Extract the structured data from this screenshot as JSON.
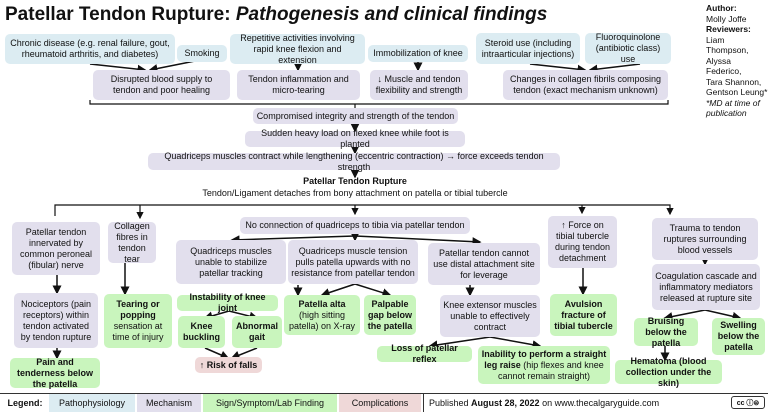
{
  "title": {
    "main": "Patellar Tendon Rupture:",
    "sub": "Pathogenesis and clinical findings"
  },
  "author": {
    "label": "Author:",
    "name": "Molly Joffe",
    "reviewers_label": "Reviewers:",
    "reviewers": [
      "Liam Thompson,",
      "Alyssa Federico,",
      "Tara Shannon,",
      "Gentson Leung*"
    ],
    "note": "*MD at time of publication"
  },
  "causes": {
    "chronic": "Chronic disease (e.g. renal failure, gout, rheumatoid arthritis, and diabetes)",
    "smoking": "Smoking",
    "repetitive": "Repetitive activities involving rapid knee flexion and extension",
    "immobilization": "Immobilization of knee",
    "steroid": "Steroid use (including intraarticular injections)",
    "fluoroquinolone": "Fluoroquinolone (antibiotic class) use"
  },
  "mech1": {
    "blood": "Disrupted blood supply to tendon and poor healing",
    "inflammation": "Tendon inflammation and micro-tearing",
    "flexibility": "↓ Muscle and tendon flexibility and strength",
    "collagen": "Changes in collagen fibrils composing tendon (exact mechanism unknown)"
  },
  "chain": {
    "compromised": "Compromised integrity and strength of the tendon",
    "sudden": "Sudden heavy load on flexed knee while foot is planted",
    "eccentric": "Quadriceps muscles contract while lengthening (eccentric contraction) → force exceeds tendon strength",
    "rupture": "Patellar Tendon Rupture",
    "detach": "Tendon/Ligament detaches from bony attachment on patella or tibial tubercle"
  },
  "branches": {
    "innervated": "Patellar tendon innervated by common peroneal (fibular) nerve",
    "nociceptors": "Nociceptors (pain receptors) within tendon activated by tendon rupture",
    "pain": "Pain and tenderness below the patella",
    "collagen_fibres": "Collagen fibres in tendon tear",
    "tearing_bold": "Tearing or popping",
    "tearing_rest": "sensation at time of injury",
    "no_connection": "No connection of quadriceps to tibia via patellar tendon",
    "quad_unable": "Quadriceps muscles unable to stabilize patellar tracking",
    "instability": "Instability of knee joint",
    "buckling": "Knee buckling",
    "gait": "Abnormal gait",
    "falls": "↑ Risk of falls",
    "quad_tension": "Quadriceps muscle tension pulls patella upwards with no resistance from patellar tendon",
    "alta_bold": "Patella alta",
    "alta_rest": "(high sitting patella) on X-ray",
    "gap": "Palpable gap below the patella",
    "cannot_use": "Patellar tendon cannot use distal attachment site for leverage",
    "extensor": "Knee extensor muscles unable to effectively contract",
    "reflex": "Loss of patellar reflex",
    "slr_bold": "Inability to perform a straight leg raise",
    "slr_rest": "(hip flexes and knee cannot remain straight)",
    "force": "↑ Force on tibial tubercle during tendon detachment",
    "avulsion": "Avulsion fracture of tibial tubercle",
    "trauma": "Trauma to tendon ruptures surrounding blood vessels",
    "coagulation": "Coagulation cascade and inflammatory mediators released at rupture site",
    "bruising": "Bruising below the patella",
    "swelling": "Swelling below the patella",
    "hematoma": "Hematoma (blood collection under the skin)"
  },
  "legend": {
    "label": "Legend:",
    "items": [
      "Pathophysiology",
      "Mechanism",
      "Sign/Symptom/Lab Finding",
      "Complications"
    ],
    "colors": [
      "#dcecf2",
      "#e2dfed",
      "#c9f5bd",
      "#efd8d8"
    ]
  },
  "footer": {
    "pre": "Published ",
    "date": "August 28, 2022",
    "post": " on www.thecalgaryguide.com",
    "license_icon": "cc-by-nc-nd-icon"
  }
}
